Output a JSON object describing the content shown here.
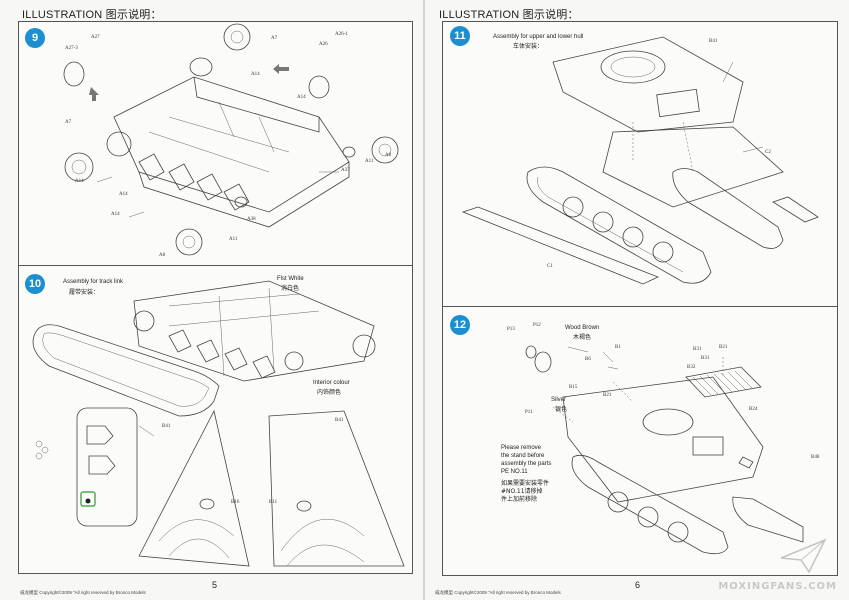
{
  "left_page": {
    "header": "ILLUSTRATION 图示说明：",
    "page_number": "5",
    "copyright": "威龙模型   Copyright©2009 \"All right reserved by Bronco Models",
    "step9": {
      "number": "9",
      "parts": [
        "A27-3",
        "A27",
        "A7",
        "A26",
        "A26-1",
        "A14",
        "A14",
        "A14",
        "A14",
        "A37",
        "A11",
        "A8",
        "A38",
        "A11",
        "A8",
        "A7",
        "A14"
      ]
    },
    "step10": {
      "number": "10",
      "title_en": "Assembly for track link",
      "title_cn": "履带安装：",
      "paint1_en": "Flst White",
      "paint1_cn": "消白色",
      "paint2_en": "Interior colour",
      "paint2_cn": "内饰颜色",
      "parts": [
        "B41",
        "B16",
        "B41",
        "B11"
      ]
    }
  },
  "right_page": {
    "header": "ILLUSTRATION 图示说明：",
    "page_number": "6",
    "copyright": "威龙模型   Copyright©2009 \"All right reserved by Bronco Models",
    "watermark": "MOXINGFANS.COM",
    "step11": {
      "number": "11",
      "title_en": "Assembly for upper and lower hull",
      "title_cn": "车体安装：",
      "parts": [
        "B41",
        "C2",
        "C1"
      ]
    },
    "step12": {
      "number": "12",
      "paint1_en": "Wood Brown",
      "paint1_cn": "木褐色",
      "paint2_en": "Silver",
      "paint2_cn": "银色",
      "note_en": [
        "Please remove",
        "the stand before",
        "assembly the parts",
        "PE NO.11"
      ],
      "note_cn": [
        "如果需要安装零件",
        "#NO.11请移掉",
        "件上加前移除"
      ],
      "parts": [
        "P13",
        "P12",
        "B1",
        "B6",
        "B15",
        "B21",
        "P11",
        "B32",
        "B31",
        "B31",
        "B21",
        "B24",
        "B48"
      ]
    }
  }
}
